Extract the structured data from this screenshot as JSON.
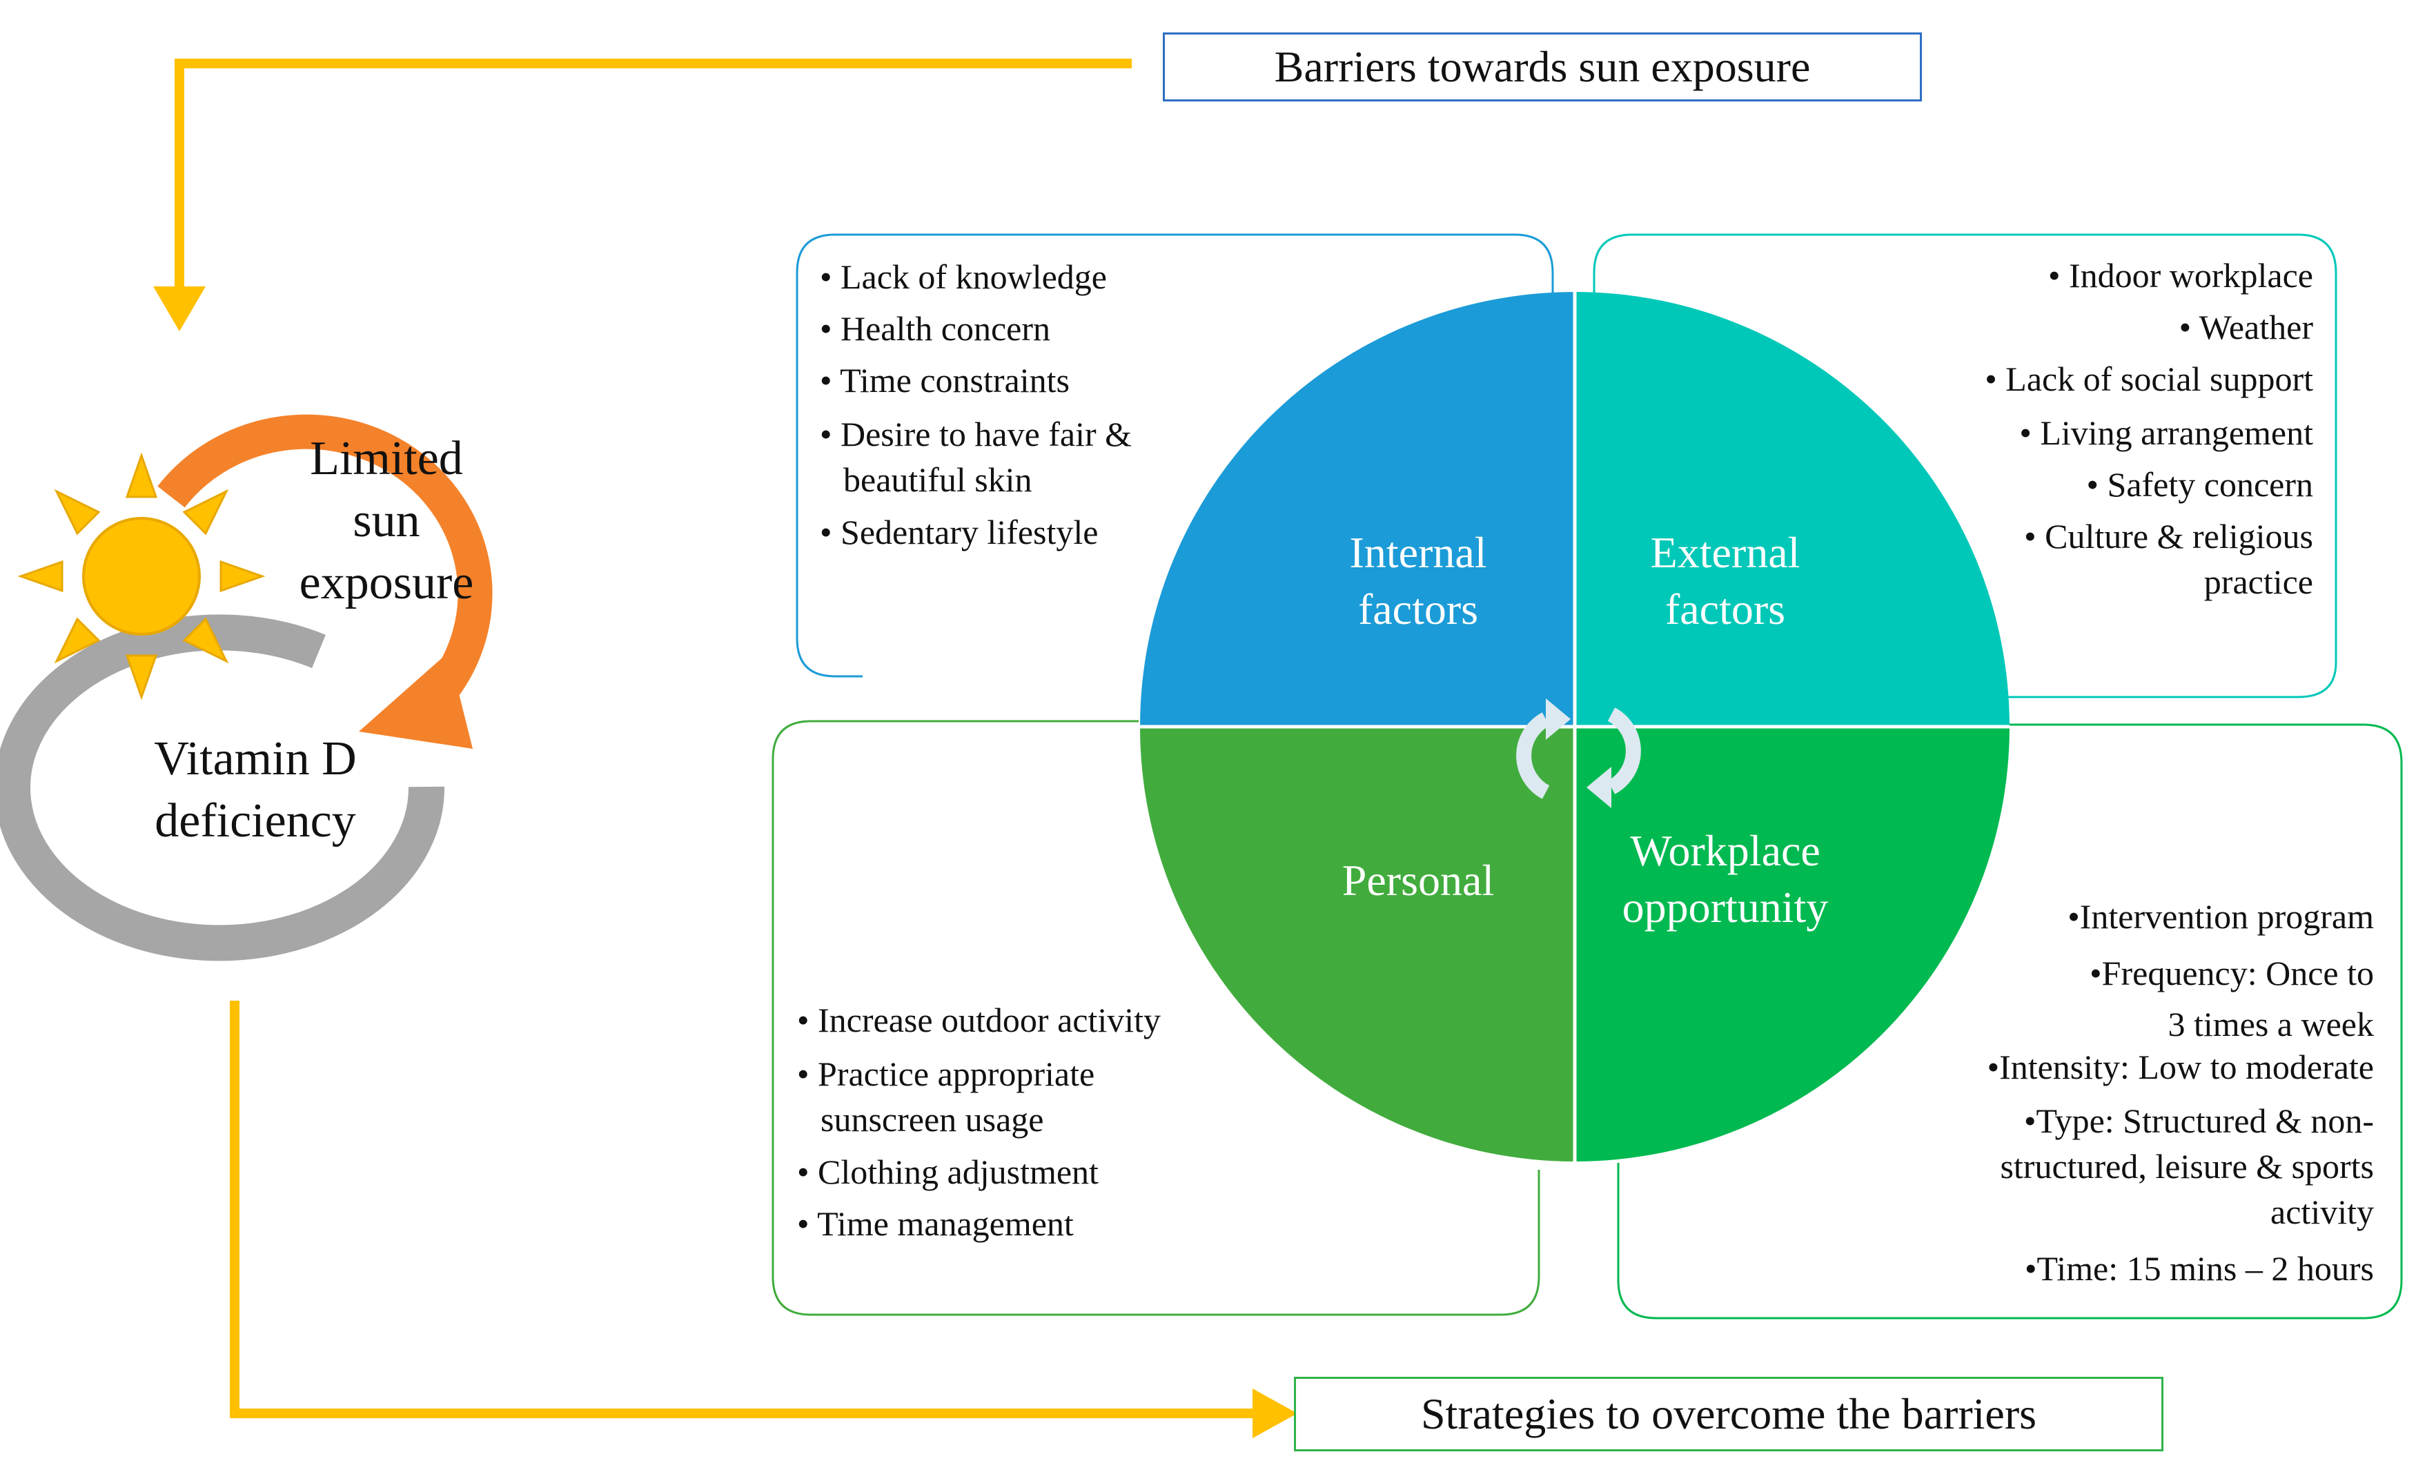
{
  "header": {
    "barriers_title": "Barriers towards sun exposure"
  },
  "footer": {
    "strategies_title": "Strategies to overcome the barriers"
  },
  "cycle": {
    "limited_line1": "Limited",
    "limited_line2": "sun",
    "limited_line3": "exposure",
    "vitd_line1": "Vitamin D",
    "vitd_line2": "deficiency"
  },
  "quadrants": {
    "internal": {
      "label_line1": "Internal",
      "label_line2": "factors",
      "items": [
        "• Lack of knowledge",
        "• Health concern",
        "• Time constraints",
        "• Desire to have fair &",
        "beautiful skin",
        "• Sedentary lifestyle"
      ]
    },
    "external": {
      "label_line1": "External",
      "label_line2": "factors",
      "items": [
        "• Indoor workplace",
        "• Weather",
        "• Lack of social support",
        "• Living arrangement",
        "• Safety concern",
        "• Culture & religious",
        "practice"
      ]
    },
    "personal": {
      "label_line1": "Personal",
      "items": [
        "• Increase outdoor activity",
        "• Practice appropriate",
        "sunscreen usage",
        "• Clothing adjustment",
        "• Time management"
      ]
    },
    "workplace": {
      "label_line1": "Workplace",
      "label_line2": "opportunity",
      "items": [
        "•Intervention program",
        "•Frequency: Once to",
        "3 times a week",
        "•Intensity: Low to moderate",
        "•Type: Structured & non-",
        "structured, leisure & sports",
        "activity",
        "•Time: 15 mins – 2 hours"
      ]
    }
  },
  "colors": {
    "internal": "#1b9bd7",
    "external": "#00c8b8",
    "personal": "#41ac3d",
    "workplace": "#00b950",
    "arrow_yellow": "#ffc000",
    "arrow_orange": "#f4822a",
    "ring_gray": "#a6a6a6",
    "sun": "#ffc000",
    "barriers_border": "#2e6ec4",
    "strategies_border": "#2fb34a"
  },
  "icons": [
    "sun-icon",
    "cycle-arrows-icon"
  ]
}
